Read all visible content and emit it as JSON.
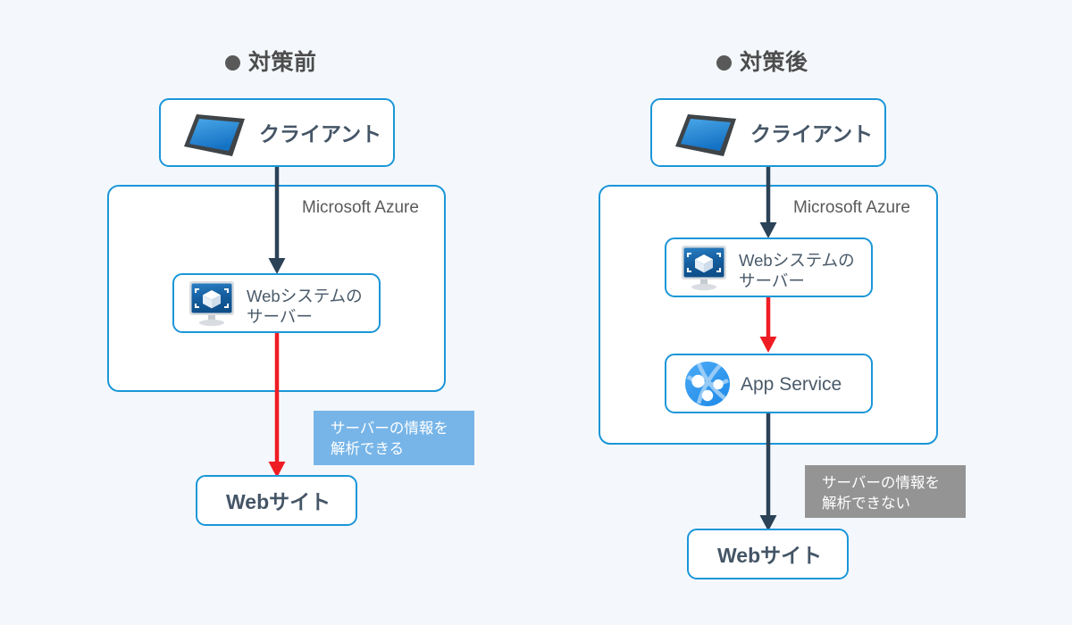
{
  "diagram": {
    "background_color": "#f4f8fc",
    "accent_border": "#1b96d8",
    "arrow_dark": "#2b4257",
    "arrow_red": "#ef1c23",
    "callout_blue": "#77b5e8",
    "callout_gray": "#949494"
  },
  "panels": [
    {
      "id": "before",
      "title": "対策前",
      "bullet": "filled-circle",
      "client": {
        "label": "クライアント",
        "icon": "laptop-icon"
      },
      "group": {
        "label": "Microsoft Azure"
      },
      "server": {
        "label": "Webシステムの\nサーバー",
        "icon": "web-server-monitor-icon"
      },
      "website": {
        "label": "Webサイト"
      },
      "callout": {
        "text": "サーバーの情報を\n解析できる",
        "style": "blue"
      },
      "arrows": [
        {
          "from": "client",
          "to": "server",
          "color": "#2b4257",
          "head": true
        },
        {
          "from": "server",
          "to": "website",
          "color": "#ef1c23",
          "head": true
        }
      ]
    },
    {
      "id": "after",
      "title": "対策後",
      "bullet": "filled-circle",
      "client": {
        "label": "クライアント",
        "icon": "laptop-icon"
      },
      "group": {
        "label": "Microsoft Azure"
      },
      "server": {
        "label": "Webシステムの\nサーバー",
        "icon": "web-server-monitor-icon"
      },
      "appservice": {
        "label": "App Service",
        "icon": "app-service-icon"
      },
      "website": {
        "label": "Webサイト"
      },
      "callout": {
        "text": "サーバーの情報を\n解析できない",
        "style": "gray"
      },
      "arrows": [
        {
          "from": "client",
          "to": "server",
          "color": "#2b4257",
          "head": true
        },
        {
          "from": "server",
          "to": "appservice",
          "color": "#ef1c23",
          "head": true
        },
        {
          "from": "appservice",
          "to": "website",
          "color": "#2b4257",
          "head": true
        }
      ]
    }
  ]
}
